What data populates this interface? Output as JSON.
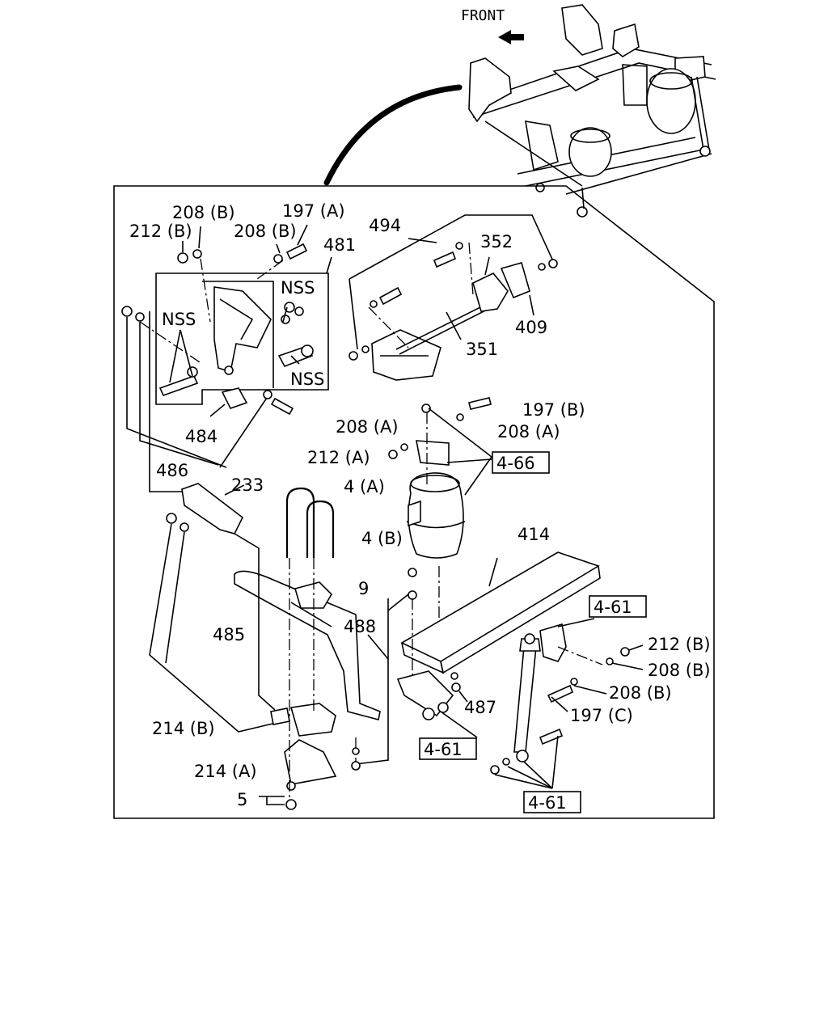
{
  "header": {
    "front_label": "FRONT"
  },
  "callouts": {
    "208B_a": "208 (B)",
    "197A": "197 (A)",
    "212B_a": "212 (B)",
    "208B_b": "208 (B)",
    "481": "481",
    "494": "494",
    "352": "352",
    "409": "409",
    "351": "351",
    "nss_1": "NSS",
    "nss_2": "NSS",
    "nss_3": "NSS",
    "484": "484",
    "486": "486",
    "233": "233",
    "197B": "197 (B)",
    "208A_a": "208 (A)",
    "208A_b": "208 (A)",
    "212A": "212 (A)",
    "ref_466": "4-66",
    "4A": "4 (A)",
    "4B": "4 (B)",
    "414": "414",
    "9": "9",
    "485": "485",
    "488": "488",
    "ref_461_a": "4-61",
    "212B_b": "212 (B)",
    "208B_c": "208 (B)",
    "208B_d": "208 (B)",
    "197C": "197 (C)",
    "487": "487",
    "214B": "214 (B)",
    "ref_461_b": "4-61",
    "214A": "214 (A)",
    "5": "5",
    "ref_461_c": "4-61"
  }
}
